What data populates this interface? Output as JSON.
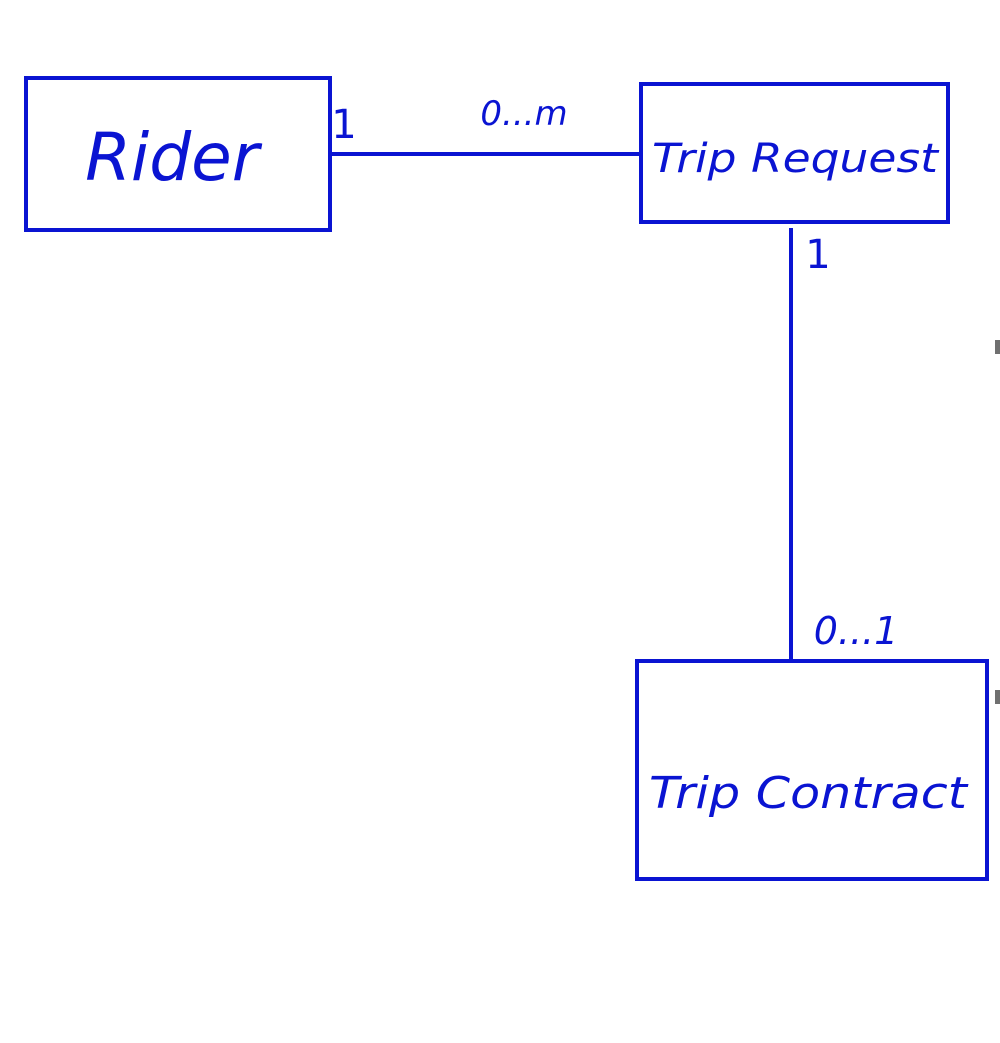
{
  "diagram": {
    "ink_color": "#0a14d2",
    "classes": {
      "rider": {
        "label": "Rider"
      },
      "trip_request": {
        "label": "Trip Request"
      },
      "trip_contract": {
        "label": "Trip Contract"
      }
    },
    "associations": {
      "rider_to_trip_request": {
        "rider_multiplicity": "1",
        "trip_request_multiplicity": "0...m"
      },
      "trip_request_to_trip_contract": {
        "trip_request_multiplicity": "1",
        "trip_contract_multiplicity": "0...1"
      }
    }
  }
}
